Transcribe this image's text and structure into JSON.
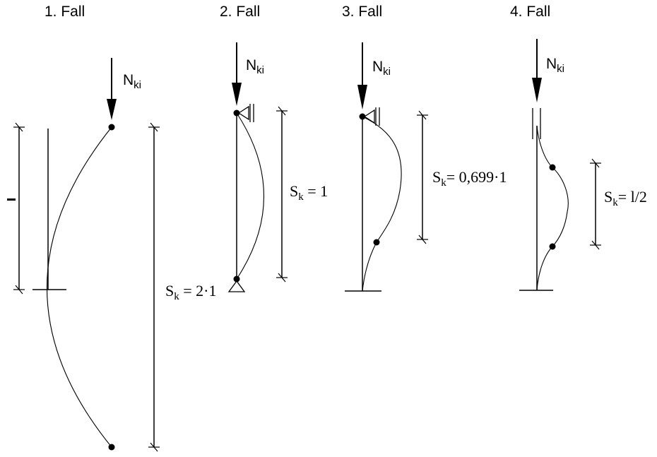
{
  "cases": [
    {
      "title": "1. Fall",
      "load": "N",
      "load_sub": "ki",
      "sk": "S",
      "sk_sub": "k",
      "sk_rest": " = 2·1"
    },
    {
      "title": "2. Fall",
      "load": "N",
      "load_sub": "ki",
      "sk": "S",
      "sk_sub": "k",
      "sk_rest": " = 1"
    },
    {
      "title": "3. Fall",
      "load": "N",
      "load_sub": "ki",
      "sk": "S",
      "sk_sub": "k",
      "sk_rest": "= 0,699·1"
    },
    {
      "title": "4. Fall",
      "load": "N",
      "load_sub": "ki",
      "sk": "S",
      "sk_sub": "k",
      "sk_rest": "= l/2"
    }
  ],
  "length_label": "l",
  "colors": {
    "line": "#000000",
    "background": "#ffffff"
  }
}
